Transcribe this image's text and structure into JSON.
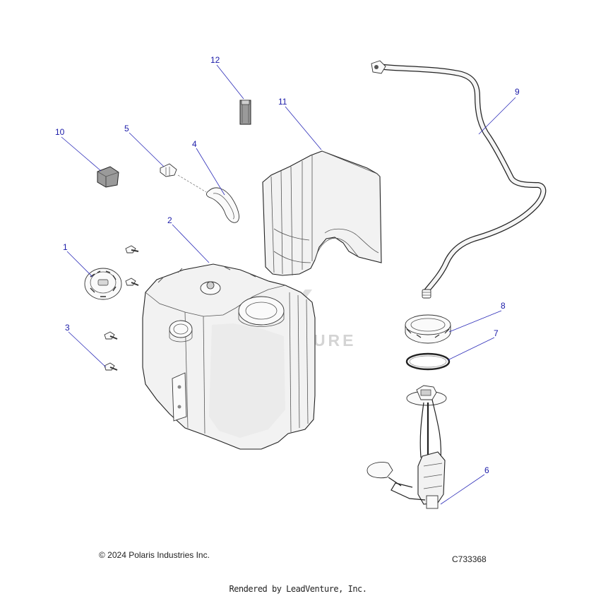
{
  "callouts": {
    "c1": "1",
    "c2": "2",
    "c3": "3",
    "c4": "4",
    "c5": "5",
    "c6": "6",
    "c7": "7",
    "c8": "8",
    "c9": "9",
    "c10": "10",
    "c11": "11",
    "c12": "12"
  },
  "watermark": {
    "text": "LEADVENTURE"
  },
  "footer": {
    "copyright": "© 2024 Polaris Industries Inc.",
    "diagram_id": "C733368",
    "rendered_by": "Rendered by LeadVenture, Inc."
  },
  "colors": {
    "callout": "#1a1aa8",
    "line": "#222222",
    "watermark": "#d4d4d4"
  }
}
